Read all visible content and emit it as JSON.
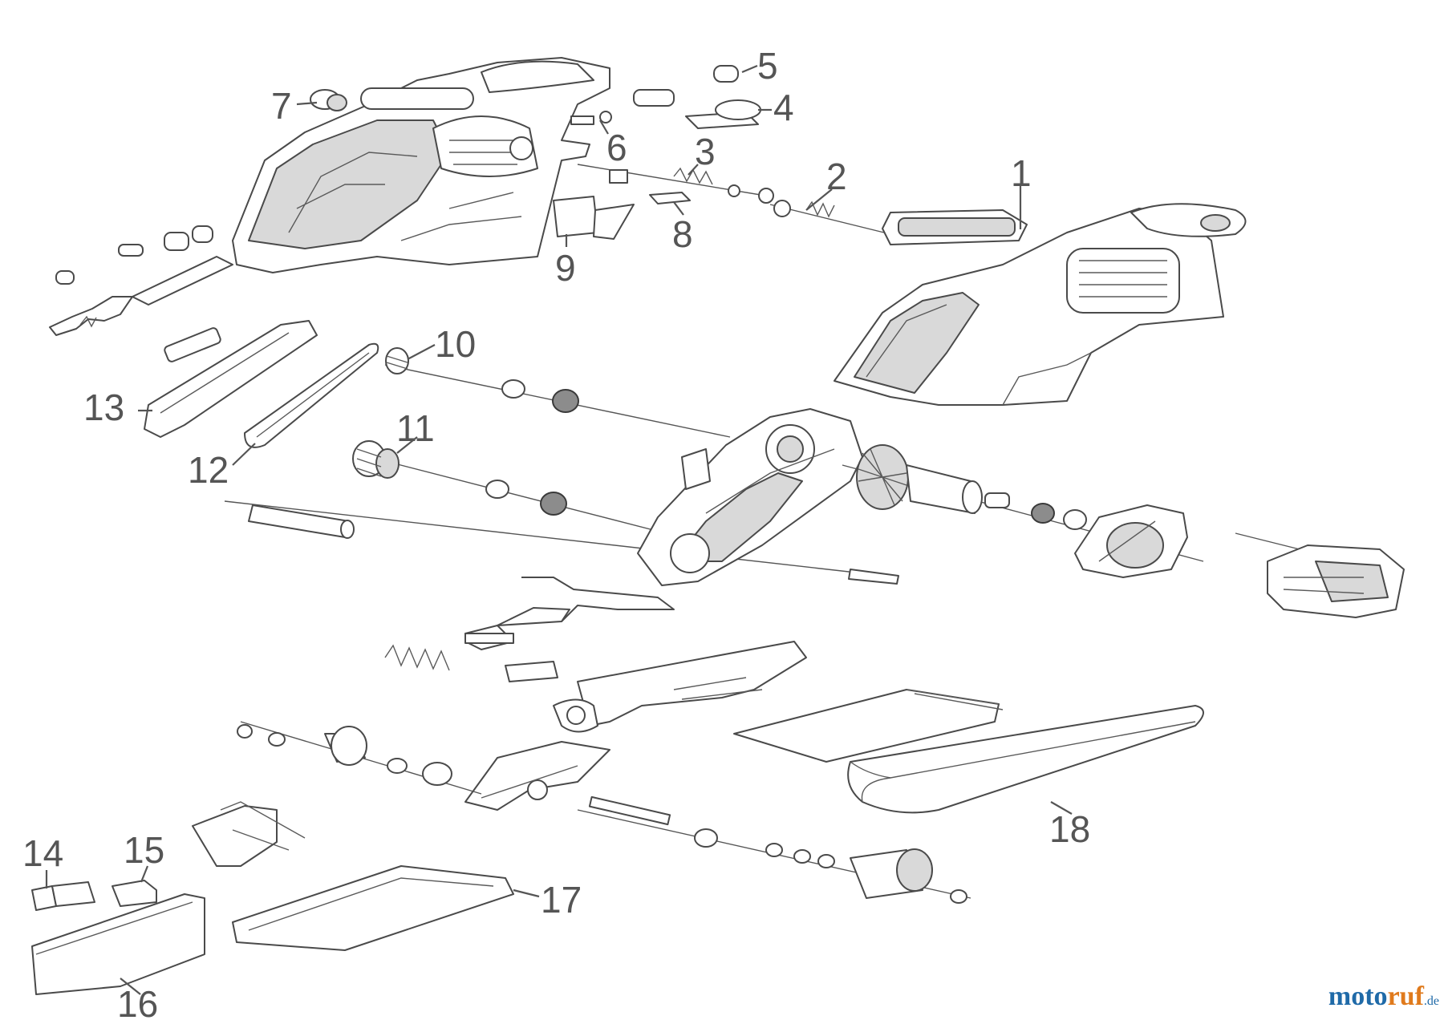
{
  "labels": [
    "1",
    "2",
    "3",
    "4",
    "5",
    "6",
    "7",
    "8",
    "9",
    "10",
    "11",
    "12",
    "13",
    "14",
    "15",
    "16",
    "17",
    "18"
  ],
  "watermark": {
    "a": "moto",
    "b": "ruf",
    "c": ".de"
  },
  "colors": {
    "line": "#4a4a4a",
    "label": "#555555",
    "brand_blue": "#1f6aa8",
    "brand_orange": "#e07a1c"
  }
}
